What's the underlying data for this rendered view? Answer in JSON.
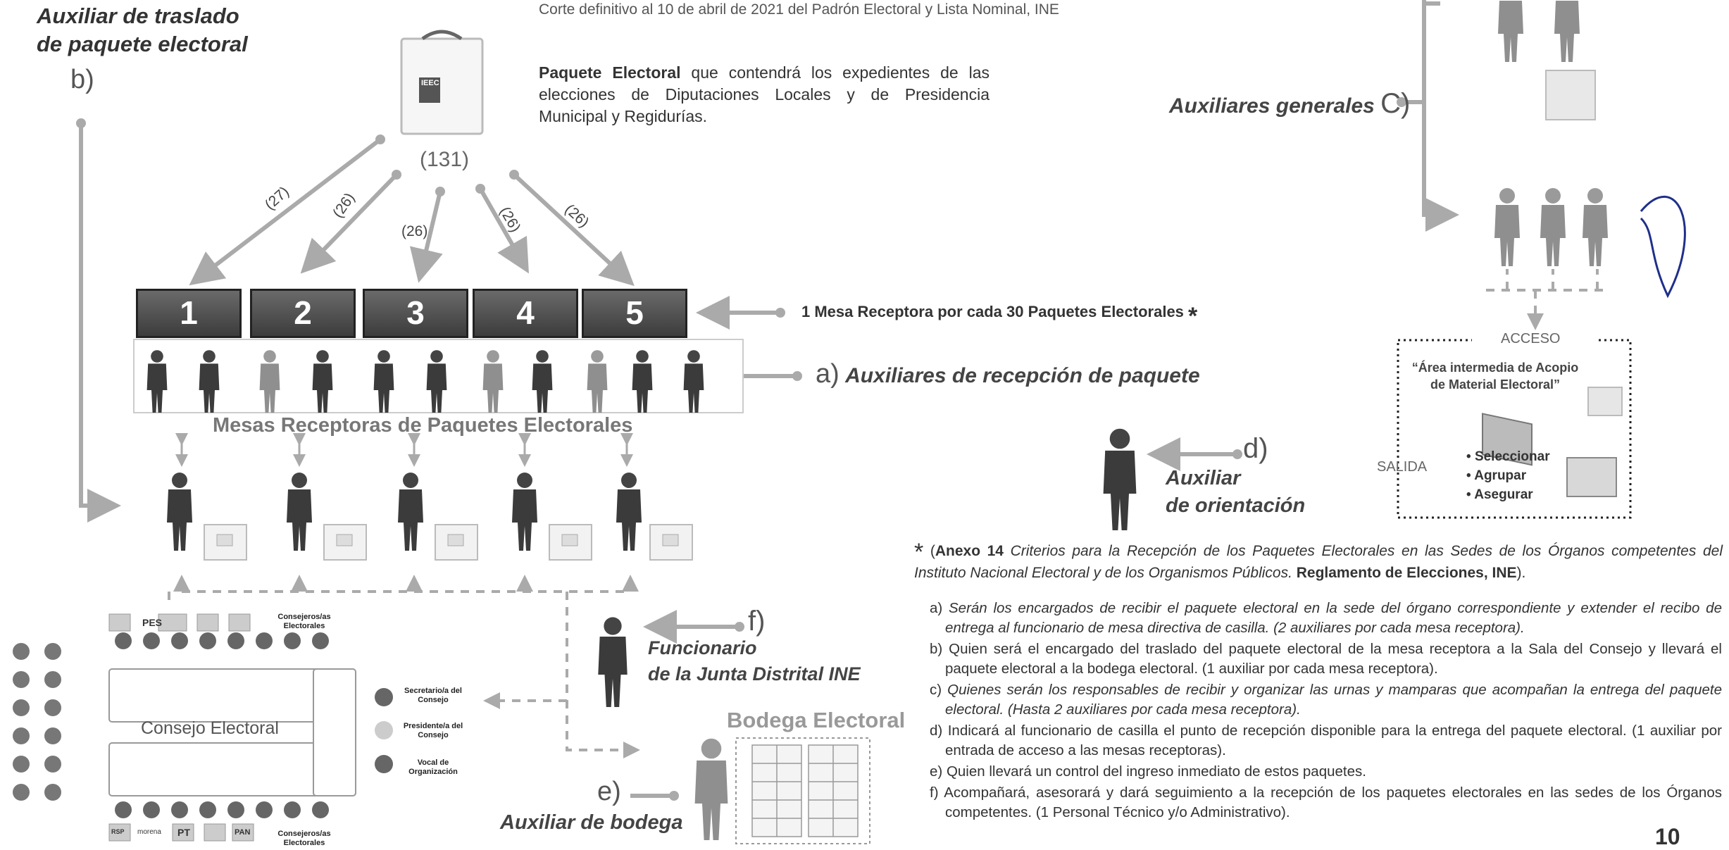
{
  "top_caption": "Corte definitivo al 10 de abril de 2021 del Padrón Electoral y Lista  Nominal, INE",
  "aux_traslado": {
    "line1": "Auxiliar de traslado",
    "line2": "de paquete electoral",
    "letter": "b)"
  },
  "paquete": {
    "bold": "Paquete Electoral",
    "rest": " que contendrá los expedientes de las elecciones de Diputaciones Locales y de Presidencia Municipal y Regidurías.",
    "total": "(131)",
    "box_label": "IEEC"
  },
  "arrow_counts": [
    "(27)",
    "(26)",
    "(26)",
    "(26)",
    "(26)"
  ],
  "mesas": {
    "numbers": [
      "1",
      "2",
      "3",
      "4",
      "5"
    ],
    "caption": "Mesas Receptoras de Paquetes Electorales",
    "per_mesa_note": "1 Mesa Receptora por cada 30 Paquetes Electorales",
    "asterisk": "*"
  },
  "aux_recepcion": {
    "letter": "a)",
    "text": "Auxiliares de recepción de paquete"
  },
  "aux_generales": {
    "text": "Auxiliares generales",
    "letter": "C)"
  },
  "acceso_box": {
    "acceso": "ACCESO",
    "area": "“Área intermedia de Acopio de Material Electoral”",
    "salida": "SALIDA",
    "items": [
      "Seleccionar",
      "Agrupar",
      "Asegurar"
    ]
  },
  "aux_orientacion": {
    "letter": "d)",
    "line1": "Auxiliar",
    "line2": "de orientación"
  },
  "funcionario": {
    "letter": "f)",
    "line1": "Funcionario",
    "line2": "de la Junta Distrital INE"
  },
  "bodega": {
    "title": "Bodega Electoral",
    "letter": "e)",
    "label": "Auxiliar de bodega"
  },
  "consejo": {
    "title": "Consejo Electoral",
    "top_label": "Consejeros/as Electorales",
    "bottom_label": "Consejeros/as Electorales",
    "roles": [
      "Secretario/a del Consejo",
      "Presidente/a del Consejo",
      "Vocal de Organización"
    ],
    "party_top": [
      "PES"
    ],
    "party_bottom": [
      "RSP",
      "morena",
      "PT",
      "PAN"
    ]
  },
  "annex": {
    "asterisk": "*",
    "open": "(",
    "bold1": "Anexo 14",
    "italic": " Criterios para la Recepción de los Paquetes Electorales en las Sedes de los Órganos competentes del Instituto Nacional Electoral y de los Organismos Públicos. ",
    "bold2": "Reglamento de Elecciones, INE",
    "close": ")."
  },
  "notes": [
    {
      "prefix": "a) ",
      "text": "Serán los encargados de recibir el paquete electoral en la sede del órgano correspondiente y extender el recibo de entrega al funcionario de mesa directiva de casilla. (2 auxiliares por cada mesa receptora)."
    },
    {
      "prefix": "b) ",
      "text": "Quien será el encargado del traslado del paquete electoral de la mesa receptora a la Sala del Consejo y llevará el paquete electoral a la bodega electoral. (1 auxiliar por cada mesa receptora)."
    },
    {
      "prefix": "c) ",
      "text": "Quienes serán los responsables de recibir y organizar las urnas y mamparas que acompañan la entrega del paquete electoral. (Hasta 2 auxiliares por cada mesa receptora)."
    },
    {
      "prefix": "d) ",
      "text": "Indicará al funcionario de casilla el punto de recepción disponible para la entrega del paquete electoral. (1 auxiliar por entrada de acceso a las mesas receptoras)."
    },
    {
      "prefix": "e) ",
      "text": "Quien llevará un control del ingreso inmediato de estos paquetes."
    },
    {
      "prefix": "f) ",
      "text": "Acompañará, asesorará y dará seguimiento a la recepción de los paquetes electorales en las sedes de los Órganos competentes. (1  Personal Técnico y/o Administrativo)."
    }
  ],
  "page_number": "10"
}
